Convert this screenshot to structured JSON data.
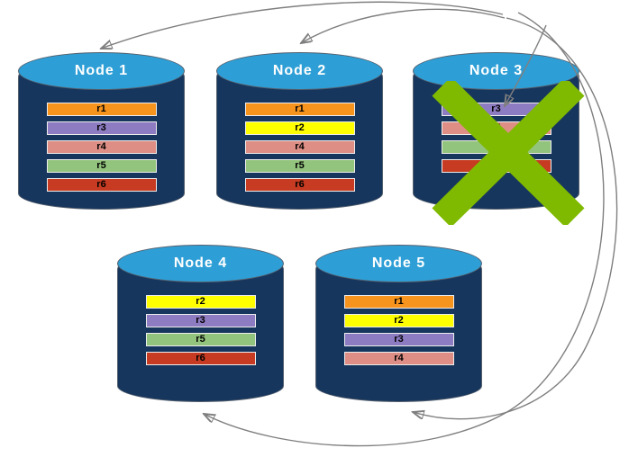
{
  "diagram": {
    "description": "Distributed database cluster with failed node and range re-replication arrows",
    "colors": {
      "background": "#FFFFFF",
      "cylinder_body": "#17365D",
      "cylinder_top": "#2E9FD6",
      "title_text": "#FFFFFF",
      "bar_text": "#000000",
      "bar_border": "#EDEDED",
      "arrow": "#7F7F7F",
      "failure_x": "#7FBA00"
    },
    "range_colors": {
      "r1": "#F7941E",
      "r2": "#FFFF00",
      "r3": "#8E7CC3",
      "r4": "#DE8E85",
      "r5": "#93C47D",
      "r6": "#C63B21"
    },
    "nodes": [
      {
        "id": "node-1",
        "title": "Node 1",
        "ranges": [
          "r1",
          "r3",
          "r4",
          "r5",
          "r6"
        ],
        "failed": false
      },
      {
        "id": "node-2",
        "title": "Node 2",
        "ranges": [
          "r1",
          "r2",
          "r4",
          "r5",
          "r6"
        ],
        "failed": false
      },
      {
        "id": "node-3",
        "title": "Node 3",
        "ranges": [
          "r3",
          "r4",
          "r5",
          "r6"
        ],
        "failed": true
      },
      {
        "id": "node-4",
        "title": "Node 4",
        "ranges": [
          "r2",
          "r3",
          "r5",
          "r6"
        ],
        "failed": false
      },
      {
        "id": "node-5",
        "title": "Node 5",
        "ranges": [
          "r1",
          "r2",
          "r3",
          "r4"
        ],
        "failed": false
      }
    ],
    "arrows": [
      {
        "from": "node-3",
        "to": "node-1"
      },
      {
        "from": "node-3",
        "to": "node-2"
      },
      {
        "from": "node-3",
        "to": "node-5"
      },
      {
        "from": "node-3",
        "to": "node-4"
      },
      {
        "from": "node-3",
        "to": "node-3-range-r3"
      }
    ]
  }
}
